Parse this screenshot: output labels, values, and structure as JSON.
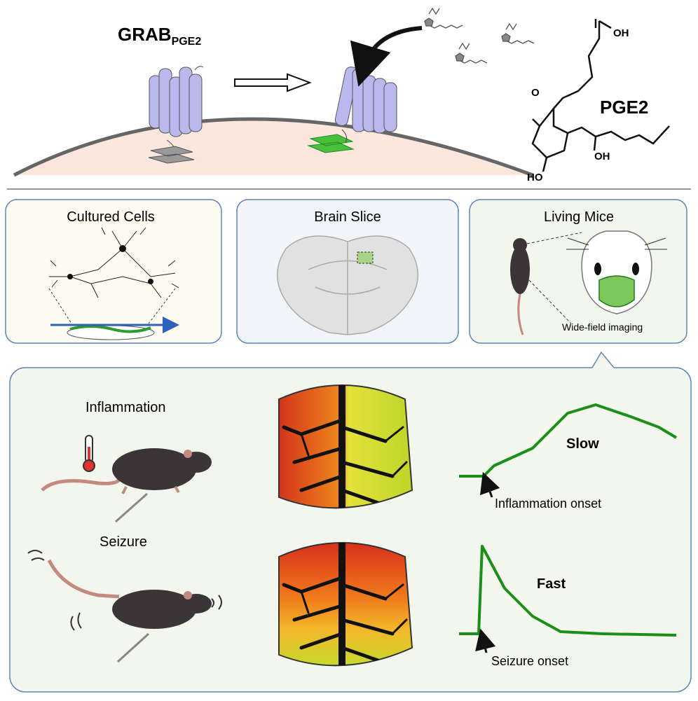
{
  "sensor": {
    "name": "GRAB",
    "subscript": "PGE2",
    "molecule_name": "PGE2",
    "mol_labels": {
      "oxo": "O",
      "acid": "OH",
      "ho1": "HO",
      "oh2": "OH"
    }
  },
  "panels": [
    {
      "label": "Cultured Cells"
    },
    {
      "label": "Brain Slice"
    },
    {
      "label": "Living Mice",
      "caption": "Wide-field imaging"
    }
  ],
  "conditions": [
    {
      "label": "Inflammation",
      "speed": "Slow",
      "onset": "Inflammation onset"
    },
    {
      "label": "Seizure",
      "speed": "Fast",
      "onset": "Seizure onset"
    }
  ],
  "colors": {
    "receptor": "#b9b9ee",
    "green_trace": "#1a8f1a",
    "membrane_fill": "#fbe7de",
    "panel1_bg": "#fdfaf0",
    "panel2_bg": "#f1f4f9",
    "panel3_bg": "#f2f6ec",
    "panel_border": "#5b86b8"
  }
}
